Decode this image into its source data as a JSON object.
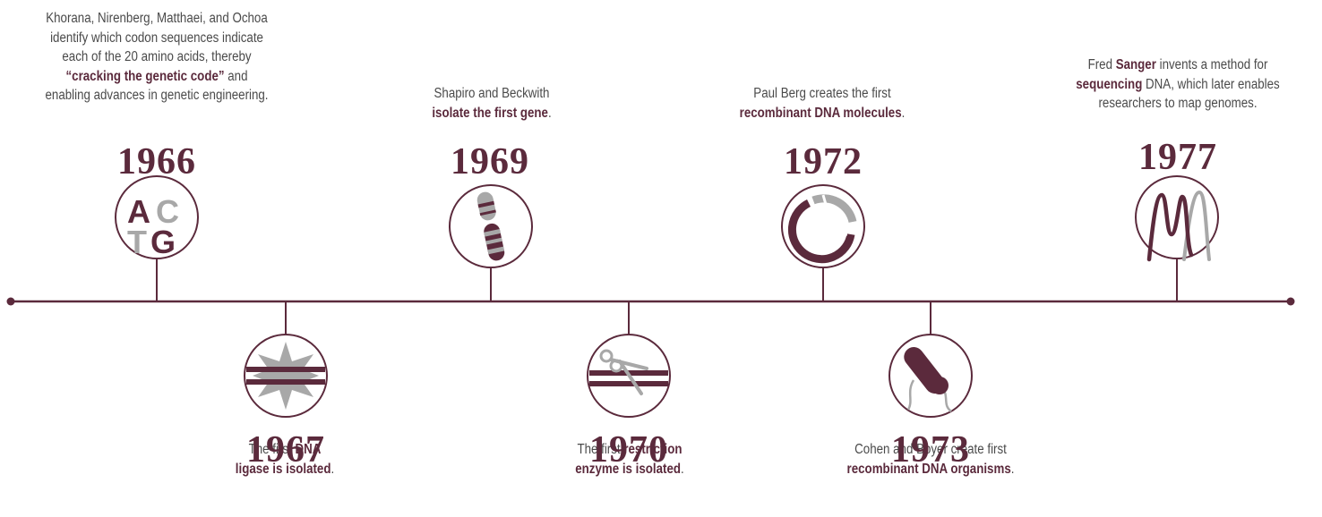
{
  "colors": {
    "maroon": "#5b2a3c",
    "gray": "#a8a8a8",
    "text": "#4a4a4a"
  },
  "events": {
    "e1966": {
      "year": "1966",
      "icon": "codon-letters-icon",
      "icon_letters": [
        "A",
        "C",
        "T",
        "G"
      ],
      "lines": [
        {
          "t1": "Khorana, Nirenberg, Matthaei, and Ochoa",
          "b": "",
          "t2": ""
        },
        {
          "t1": "identify which codon sequences indicate",
          "b": "",
          "t2": ""
        },
        {
          "t1": "each of the 20 amino acids, thereby",
          "b": "",
          "t2": ""
        },
        {
          "t1": "",
          "b": "“cracking the genetic code”",
          "t2": " and"
        },
        {
          "t1": "enabling advances in genetic engineering.",
          "b": "",
          "t2": ""
        }
      ]
    },
    "e1967": {
      "year": "1967",
      "icon": "dna-ligase-icon",
      "lines": [
        {
          "t1": "The first ",
          "b": "DNA",
          "t2": ""
        },
        {
          "t1": "",
          "b": "ligase is isolated",
          "t2": "."
        }
      ]
    },
    "e1969": {
      "year": "1969",
      "icon": "chromosome-icon",
      "lines": [
        {
          "t1": "Shapiro and Beckwith",
          "b": "",
          "t2": ""
        },
        {
          "t1": "",
          "b": "isolate the first gene",
          "t2": "."
        }
      ]
    },
    "e1970": {
      "year": "1970",
      "icon": "scissors-icon",
      "lines": [
        {
          "t1": "The first ",
          "b": "restriction",
          "t2": ""
        },
        {
          "t1": "",
          "b": "enzyme is isolated",
          "t2": "."
        }
      ]
    },
    "e1972": {
      "year": "1972",
      "icon": "plasmid-ring-icon",
      "lines": [
        {
          "t1": "Paul Berg creates the first",
          "b": "",
          "t2": ""
        },
        {
          "t1": "",
          "b": "recombinant DNA molecules",
          "t2": "."
        }
      ]
    },
    "e1973": {
      "year": "1973",
      "icon": "bacterium-icon",
      "lines": [
        {
          "t1": "Cohen and Boyer create first",
          "b": "",
          "t2": ""
        },
        {
          "t1": "",
          "b": "recombinant DNA organisms",
          "t2": "."
        }
      ]
    },
    "e1977": {
      "year": "1977",
      "icon": "sequencing-peaks-icon",
      "lines": [
        {
          "t1": "Fred ",
          "b": "Sanger",
          "t2": " invents a method for"
        },
        {
          "t1": "",
          "b": "sequencing",
          "t2": " DNA, which later enables"
        },
        {
          "t1": "researchers to map genomes.",
          "b": "",
          "t2": ""
        }
      ]
    }
  }
}
